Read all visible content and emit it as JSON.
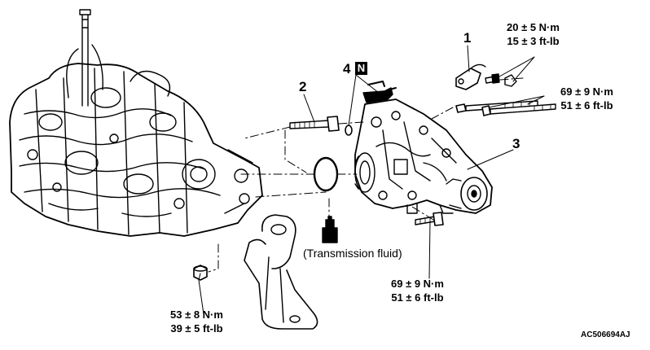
{
  "callouts": {
    "c1": "1",
    "c2": "2",
    "c3": "3",
    "c4": "4",
    "replace_mark": "N"
  },
  "torques": {
    "top_right_bolt": {
      "nm": "20 ± 5 N·m",
      "ftlb": "15 ± 3 ft-lb"
    },
    "long_bolts": {
      "nm": "69 ± 9 N·m",
      "ftlb": "51 ± 6 ft-lb"
    },
    "lower_bolt": {
      "nm": "69 ± 9 N·m",
      "ftlb": "51 ± 6 ft-lb"
    },
    "nut_left": {
      "nm": "53 ± 8 N·m",
      "ftlb": "39 ± 5 ft-lb"
    }
  },
  "fluid_label": "(Transmission fluid)",
  "figure_code": "AC506694AJ"
}
